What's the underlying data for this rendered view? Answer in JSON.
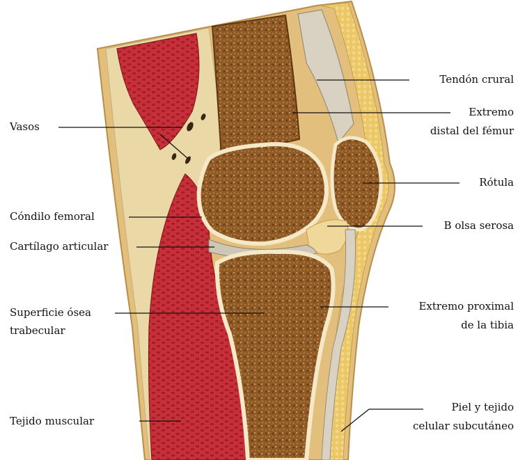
{
  "colors": {
    "skin": "#e2bf7c",
    "fat": "#ebc768",
    "bone_marrow": "#8f5a26",
    "cartilage": "#f4e8c6",
    "muscle": "#c63038",
    "tendon": "#d9d2c2",
    "leader_line": "#111111"
  },
  "labels": {
    "left": {
      "vasos": "Vasos",
      "condilo": "Cóndilo femoral",
      "cartilago": "Cartílago articular",
      "superficie_1": "Superficie ósea",
      "superficie_2": "trabecular",
      "tejido_muscular": "Tejido muscular"
    },
    "right": {
      "tendon": "Tendón crural",
      "extremo_distal_1": "Extremo",
      "extremo_distal_2": "distal del fémur",
      "rotula": "Rótula",
      "bolsa": "B olsa serosa",
      "extremo_prox_1": "Extremo proximal",
      "extremo_prox_2": "de la tibia",
      "piel_1": "Piel y tejido",
      "piel_2": "celular subcutáneo"
    }
  }
}
